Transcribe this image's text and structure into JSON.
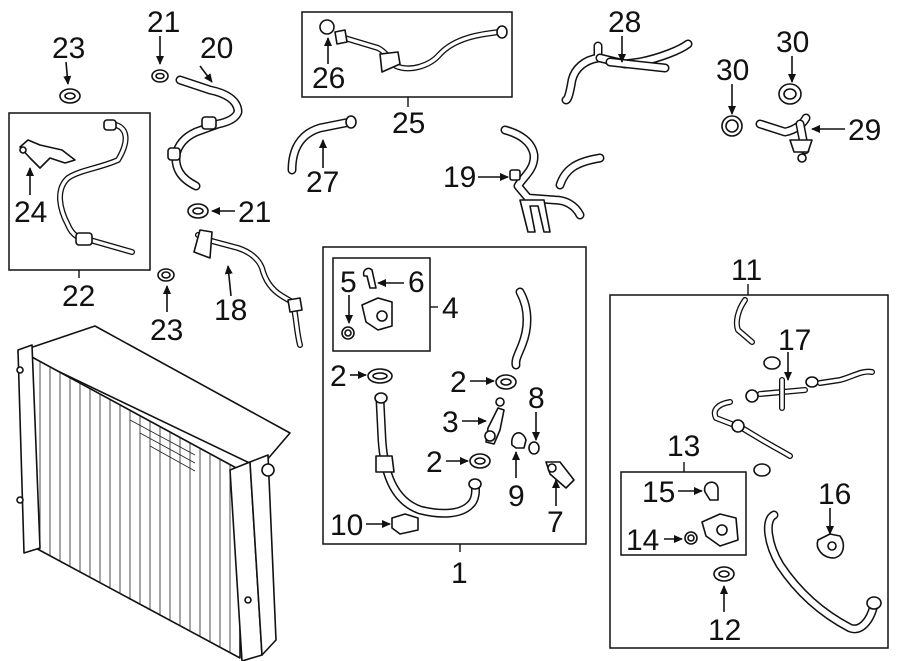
{
  "diagram": {
    "callouts": {
      "c1": "1",
      "c2a": "2",
      "c2b": "2",
      "c2c": "2",
      "c3": "3",
      "c4": "4",
      "c5": "5",
      "c6": "6",
      "c7": "7",
      "c8": "8",
      "c9": "9",
      "c10": "10",
      "c11": "11",
      "c12": "12",
      "c13": "13",
      "c14": "14",
      "c15": "15",
      "c16": "16",
      "c17": "17",
      "c18": "18",
      "c19": "19",
      "c20": "20",
      "c21a": "21",
      "c21b": "21",
      "c22": "22",
      "c23a": "23",
      "c23b": "23",
      "c24": "24",
      "c25": "25",
      "c26": "26",
      "c27": "27",
      "c28": "28",
      "c29": "29",
      "c30a": "30",
      "c30b": "30"
    }
  }
}
